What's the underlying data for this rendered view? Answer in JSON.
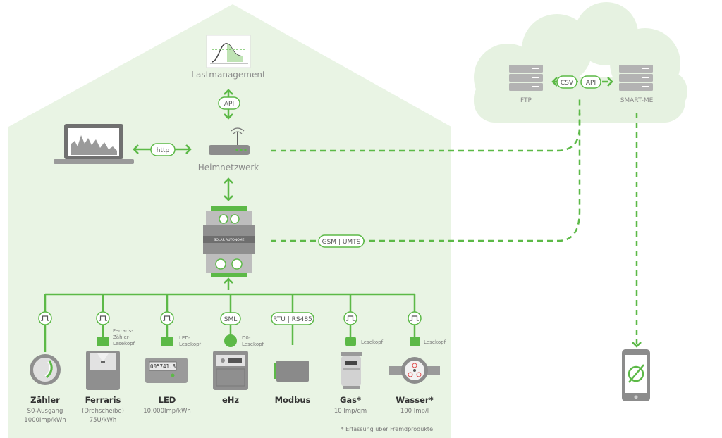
{
  "colors": {
    "accent_green": "#5cb947",
    "house_fill": "#e9f4e4",
    "cloud_fill": "#e6f2e1",
    "device_gray": "#9a9a9a",
    "text_gray": "#8a8a8a",
    "text_dark": "#333333"
  },
  "house": {
    "lastmanagement": {
      "label": "Lastmanagement",
      "icon": "load-curve-icon"
    },
    "api_badge": "API",
    "router": {
      "label": "Heimnetzwerk",
      "icon": "router-icon"
    },
    "laptop": {
      "icon": "laptop-chart-icon"
    },
    "http_badge": "http",
    "gateway": {
      "brand": "SOLAR AUTONOME",
      "icon": "smart-meter-gateway-icon"
    },
    "gsm_badge": "GSM | UMTS"
  },
  "cloud": {
    "ftp_label": "FTP",
    "csv_badge": "CSV",
    "api_badge": "API",
    "smartme_label": "SMART-ME"
  },
  "phone": {
    "icon": "smartphone-app-icon"
  },
  "meters": [
    {
      "key": "zaehler",
      "badge": "pulse",
      "sensor_label": "",
      "title": "Zähler",
      "sub1": "S0-Ausgang",
      "sub2": "1000Imp/kWh",
      "icon": "s0-meter-icon"
    },
    {
      "key": "ferraris",
      "badge": "pulse",
      "sensor_label": "Ferraris-\nZähler-\nLesekopf",
      "title": "Ferraris",
      "sub1": "(Drehscheibe)",
      "sub2": "75U/kWh",
      "icon": "ferraris-meter-icon"
    },
    {
      "key": "led",
      "badge": "pulse",
      "sensor_label": "LED-\nLesekopf",
      "title": "LED",
      "sub1": "10.000Imp/kWh",
      "sub2": "",
      "icon": "led-meter-icon",
      "display": "005741.8"
    },
    {
      "key": "ehz",
      "badge": "SML",
      "sensor_label": "D0-\nLesekopf",
      "title": "eHz",
      "sub1": "",
      "sub2": "",
      "icon": "ehz-meter-icon"
    },
    {
      "key": "modbus",
      "badge": "RTU | RS485",
      "sensor_label": "",
      "title": "Modbus",
      "sub1": "",
      "sub2": "",
      "icon": "modbus-module-icon"
    },
    {
      "key": "gas",
      "badge": "pulse",
      "sensor_label": "Lesekopf",
      "title": "Gas*",
      "sub1": "10 Imp/qm",
      "sub2": "",
      "icon": "gas-meter-icon"
    },
    {
      "key": "wasser",
      "badge": "pulse",
      "sensor_label": "Lesekopf",
      "title": "Wasser*",
      "sub1": "100 Imp/l",
      "sub2": "",
      "icon": "water-meter-icon"
    }
  ],
  "footnote": "* Erfassung über Fremdprodukte"
}
